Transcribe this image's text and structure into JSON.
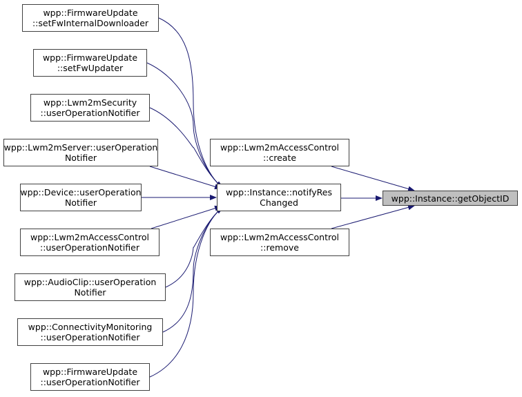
{
  "diagram": {
    "type": "call-graph",
    "edge_color": "#191970",
    "target": {
      "id": "getObjectID",
      "lines": [
        "wpp::Instance::getObjectID"
      ],
      "highlight_color": "#bfbfbf"
    },
    "nodes": [
      {
        "id": "setFwInternalDownloader",
        "lines": [
          "wpp::FirmwareUpdate",
          "::setFwInternalDownloader"
        ]
      },
      {
        "id": "setFwUpdater",
        "lines": [
          "wpp::FirmwareUpdate",
          "::setFwUpdater"
        ]
      },
      {
        "id": "lwm2mSecurityUserOp",
        "lines": [
          "wpp::Lwm2mSecurity",
          "::userOperationNotifier"
        ]
      },
      {
        "id": "lwm2mServerUserOp",
        "lines": [
          "wpp::Lwm2mServer::userOperation",
          "Notifier"
        ]
      },
      {
        "id": "deviceUserOp",
        "lines": [
          "wpp::Device::userOperation",
          "Notifier"
        ]
      },
      {
        "id": "lwm2mAccessControlUserOp",
        "lines": [
          "wpp::Lwm2mAccessControl",
          "::userOperationNotifier"
        ]
      },
      {
        "id": "audioClipUserOp",
        "lines": [
          "wpp::AudioClip::userOperation",
          "Notifier"
        ]
      },
      {
        "id": "connectivityMonitoringUserOp",
        "lines": [
          "wpp::ConnectivityMonitoring",
          "::userOperationNotifier"
        ]
      },
      {
        "id": "firmwareUpdateUserOp",
        "lines": [
          "wpp::FirmwareUpdate",
          "::userOperationNotifier"
        ]
      },
      {
        "id": "create",
        "lines": [
          "wpp::Lwm2mAccessControl",
          "::create"
        ]
      },
      {
        "id": "notifyResChanged",
        "lines": [
          "wpp::Instance::notifyRes",
          "Changed"
        ]
      },
      {
        "id": "remove",
        "lines": [
          "wpp::Lwm2mAccessControl",
          "::remove"
        ]
      }
    ],
    "edges": [
      {
        "from": "setFwInternalDownloader",
        "to": "notifyResChanged"
      },
      {
        "from": "setFwUpdater",
        "to": "notifyResChanged"
      },
      {
        "from": "lwm2mSecurityUserOp",
        "to": "notifyResChanged"
      },
      {
        "from": "lwm2mServerUserOp",
        "to": "notifyResChanged"
      },
      {
        "from": "deviceUserOp",
        "to": "notifyResChanged"
      },
      {
        "from": "lwm2mAccessControlUserOp",
        "to": "notifyResChanged"
      },
      {
        "from": "audioClipUserOp",
        "to": "notifyResChanged"
      },
      {
        "from": "connectivityMonitoringUserOp",
        "to": "notifyResChanged"
      },
      {
        "from": "firmwareUpdateUserOp",
        "to": "notifyResChanged"
      },
      {
        "from": "create",
        "to": "getObjectID"
      },
      {
        "from": "notifyResChanged",
        "to": "getObjectID"
      },
      {
        "from": "remove",
        "to": "getObjectID"
      }
    ]
  }
}
